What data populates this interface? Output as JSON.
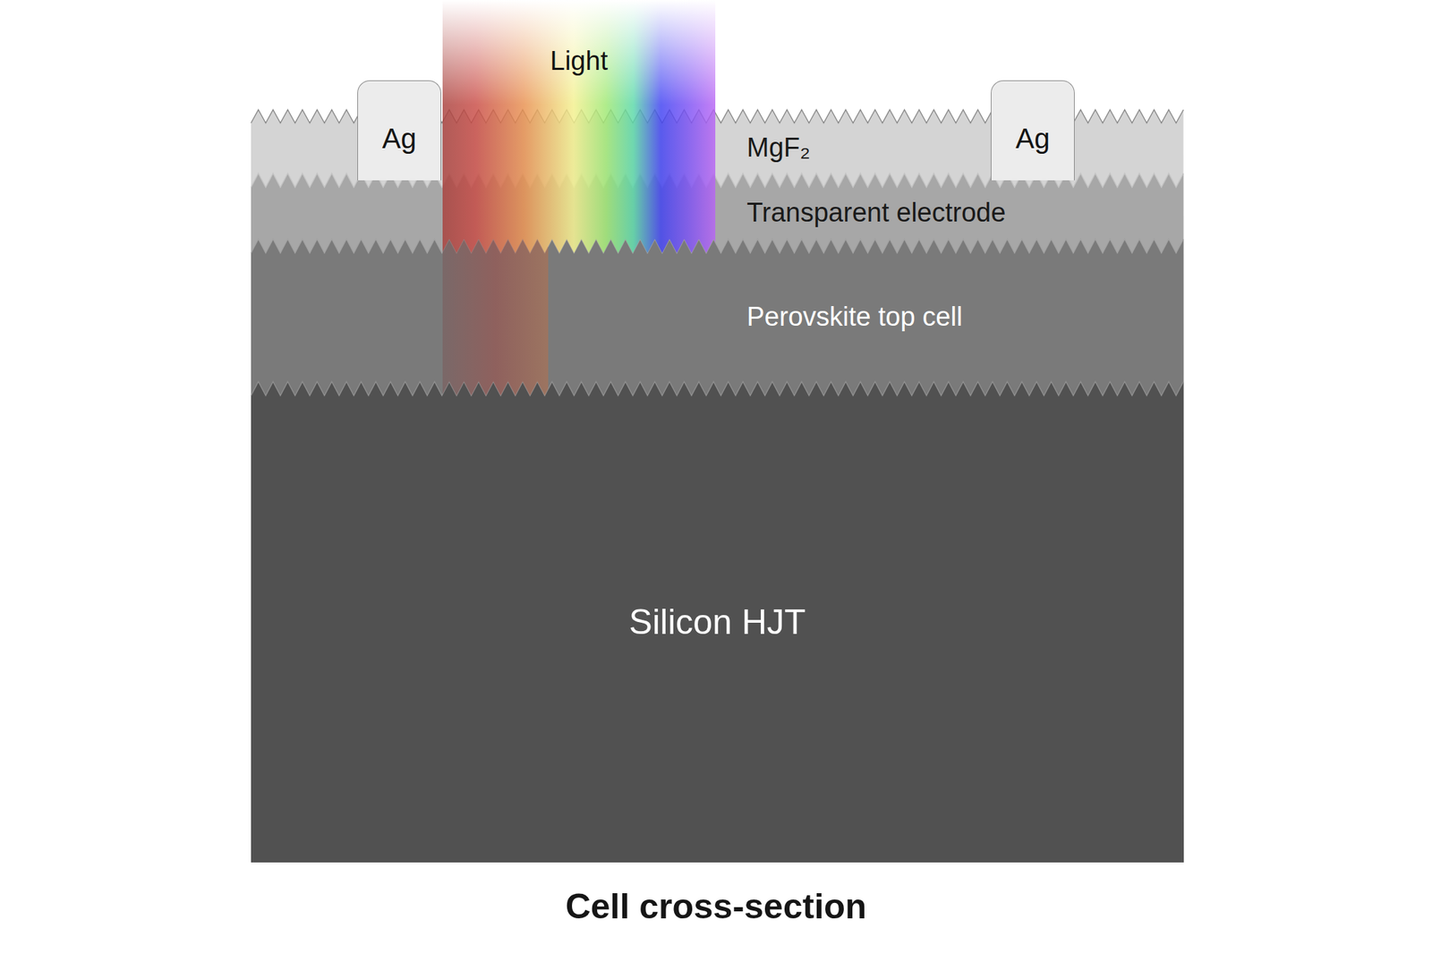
{
  "diagram": {
    "caption": "Cell cross-section",
    "nodes": [
      {
        "text": [
          "Light"
        ]
      },
      {
        "text": [
          "Ag"
        ]
      },
      {
        "text": [
          "Ag"
        ]
      },
      {
        "text": [
          "MgF₂"
        ]
      },
      {
        "text": [
          "Transparent electrode"
        ]
      },
      {
        "text": [
          "Perovskite top cell"
        ]
      },
      {
        "text": [
          "Silicon HJT"
        ]
      }
    ]
  }
}
